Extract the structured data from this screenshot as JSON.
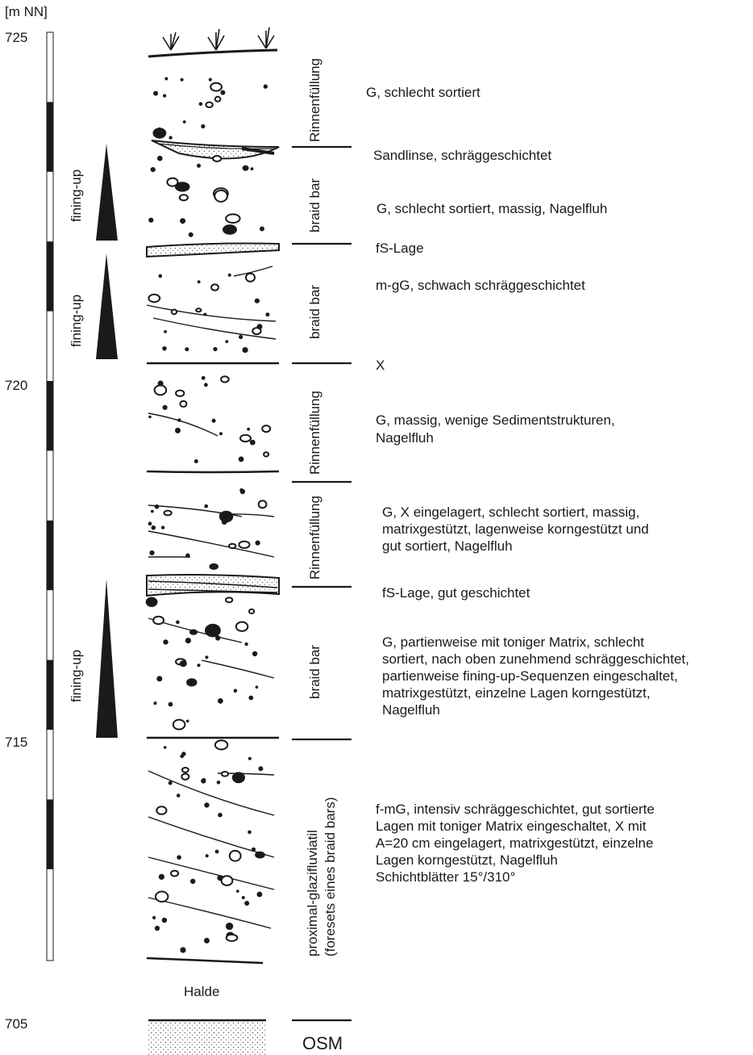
{
  "axis": {
    "unit_label": "[m NN]",
    "ticks": [
      "725",
      "720",
      "715",
      "705"
    ]
  },
  "trend_labels": [
    "fining-up",
    "fining-up",
    "fining-up"
  ],
  "facies_labels": [
    "Rinnenfüllung",
    "braid bar",
    "braid bar",
    "Rinnenfüllung",
    "Rinnenfüllung",
    "braid bar",
    "proximal-glazifluviatil",
    "(foresets eines braid bars)"
  ],
  "halde_label": "Halde",
  "osm_label": "OSM",
  "descriptions": [
    [
      "G, schlecht sortiert"
    ],
    [
      "Sandlinse, schräggeschichtet"
    ],
    [
      "G, schlecht sortiert, massig, Nagelfluh"
    ],
    [
      "fS-Lage"
    ],
    [
      "m-gG, schwach schräggeschichtet"
    ],
    [
      "X"
    ],
    [
      "G, massig, wenige Sedimentstrukturen,",
      "Nagelfluh"
    ],
    [
      "G, X eingelagert, schlecht sortiert, massig,",
      "matrixgestützt, lagenweise korngestützt und",
      "gut sortiert, Nagelfluh"
    ],
    [
      "fS-Lage, gut geschichtet"
    ],
    [
      "G, partienweise mit toniger Matrix, schlecht",
      "sortiert, nach oben zunehmend schräggeschichtet,",
      "partienweise fining-up-Sequenzen eingeschaltet,",
      "matrixgestützt, einzelne Lagen korngestützt,",
      "Nagelfluh"
    ],
    [
      "f-mG, intensiv schräggeschichtet, gut sortierte",
      "Lagen mit toniger Matrix eingeschaltet, X mit",
      "A=20 cm eingelagert, matrixgestützt, einzelne",
      "Lagen korngestützt, Nagelfluh",
      "Schichtblätter 15°/310°"
    ]
  ],
  "colors": {
    "ink": "#1a1a1a",
    "paper": "#ffffff",
    "sand_dot": "#555555"
  }
}
